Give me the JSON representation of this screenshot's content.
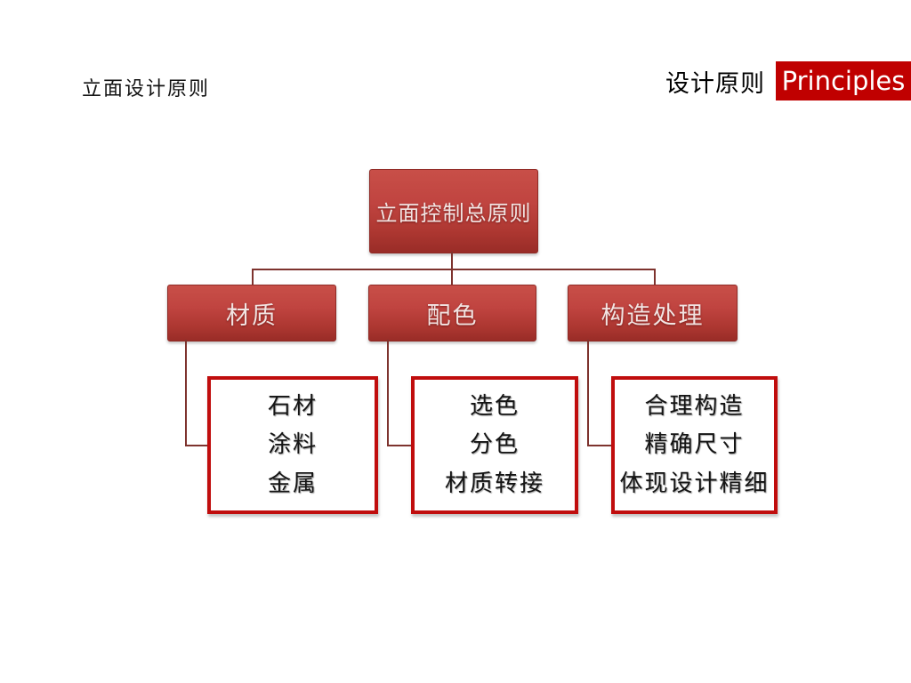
{
  "page": {
    "title": "立面设计原则",
    "header": {
      "label_zh": "设计原则",
      "label_en": "Principles"
    }
  },
  "diagram": {
    "root_label": "立面控制总原则",
    "branches": [
      {
        "label": "材质",
        "items": [
          "石材",
          "涂料",
          "金属"
        ]
      },
      {
        "label": "配色",
        "items": [
          "选色",
          "分色",
          "材质转接"
        ]
      },
      {
        "label": "构造处理",
        "items": [
          "合理构造",
          "精确尺寸",
          "体现设计精细"
        ]
      }
    ]
  },
  "colors": {
    "accent_red": "#c00000",
    "node_red_top": "#c84f48",
    "node_red_bottom": "#992c27",
    "connector": "#7e332e",
    "detail_border": "#c00d0d",
    "node_text": "#f2e4e2",
    "text_dark": "#141414"
  }
}
